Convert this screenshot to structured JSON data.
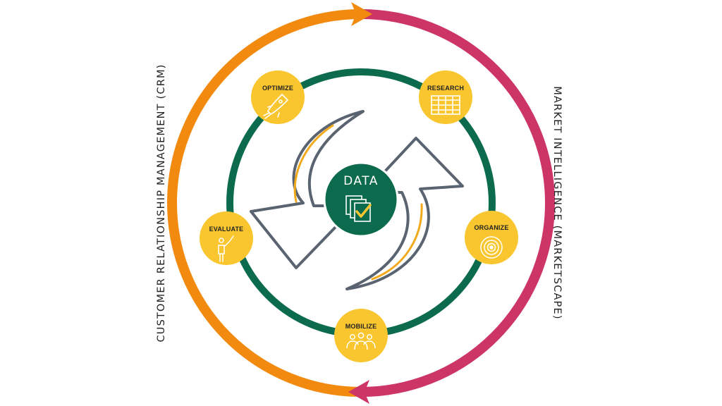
{
  "colors": {
    "crm_arc": "#f28a10",
    "market_arc": "#cc3565",
    "inner_ring": "#0b6b4c",
    "node_fill": "#f9c630",
    "arrow_outline": "#5a6470",
    "arrow_accent": "#f2a91b",
    "center_fill": "#0b6b4c"
  },
  "side_labels": {
    "left": "CUSTOMER RELATIONSHIP MANAGEMENT (CRM)",
    "right": "MARKET INTELLIGENCE (MARKETSCAPE)"
  },
  "center": {
    "label": "DATA",
    "icon": "documents-check-icon"
  },
  "nodes": [
    {
      "id": "optimize",
      "label": "OPTIMIZE",
      "icon": "rocket-icon"
    },
    {
      "id": "research",
      "label": "RESEARCH",
      "icon": "table-grid-icon"
    },
    {
      "id": "organize",
      "label": "ORGANIZE",
      "icon": "target-icon"
    },
    {
      "id": "mobilize",
      "label": "MOBILIZE",
      "icon": "team-icon"
    },
    {
      "id": "evaluate",
      "label": "EVALUATE",
      "icon": "presenter-icon"
    }
  ]
}
